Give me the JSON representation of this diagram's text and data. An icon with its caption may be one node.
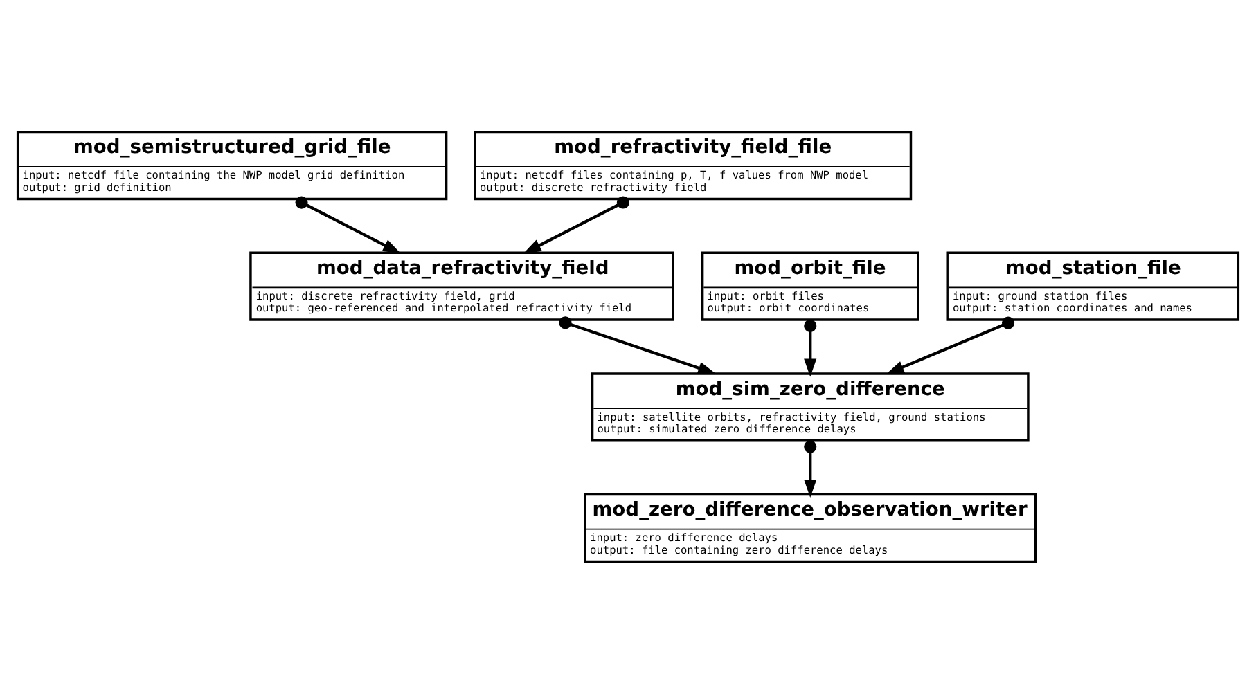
{
  "diagram": {
    "nodes": [
      {
        "text": [
          "mod_semistructured_grid_file",
          "input: netcdf file containing the NWP model grid definition",
          "output: grid definition"
        ]
      },
      {
        "text": [
          "mod_refractivity_field_file",
          "input: netcdf files containing p, T, f values from NWP model",
          "output: discrete refractivity field"
        ]
      },
      {
        "text": [
          "mod_orbit_file",
          "input: orbit files",
          "output: orbit coordinates"
        ]
      },
      {
        "text": [
          "mod_data_refractivity_field",
          "input: discrete refractivity field, grid",
          "output: geo-referenced and interpolated refractivity field"
        ]
      },
      {
        "text": [
          "mod_station_file",
          "input: ground station files",
          "output: station coordinates and names"
        ]
      },
      {
        "text": [
          "mod_sim_zero_difference",
          "input: satellite orbits, refractivity field, ground stations",
          "output: simulated zero difference delays"
        ]
      },
      {
        "text": [
          "mod_zero_difference_observation_writer",
          "input: zero difference delays",
          "output: file containing zero difference delays"
        ]
      }
    ],
    "edges": [
      {
        "from": 0,
        "to": 3,
        "arrow": "to"
      },
      {
        "from": 1,
        "to": 3,
        "arrow": "to"
      },
      {
        "from": 2,
        "to": 5,
        "arrow": "to"
      },
      {
        "from": 3,
        "to": 5,
        "arrow": "to"
      },
      {
        "from": 4,
        "to": 5,
        "arrow": "to"
      },
      {
        "from": 5,
        "to": 6,
        "arrow": "to"
      }
    ]
  }
}
